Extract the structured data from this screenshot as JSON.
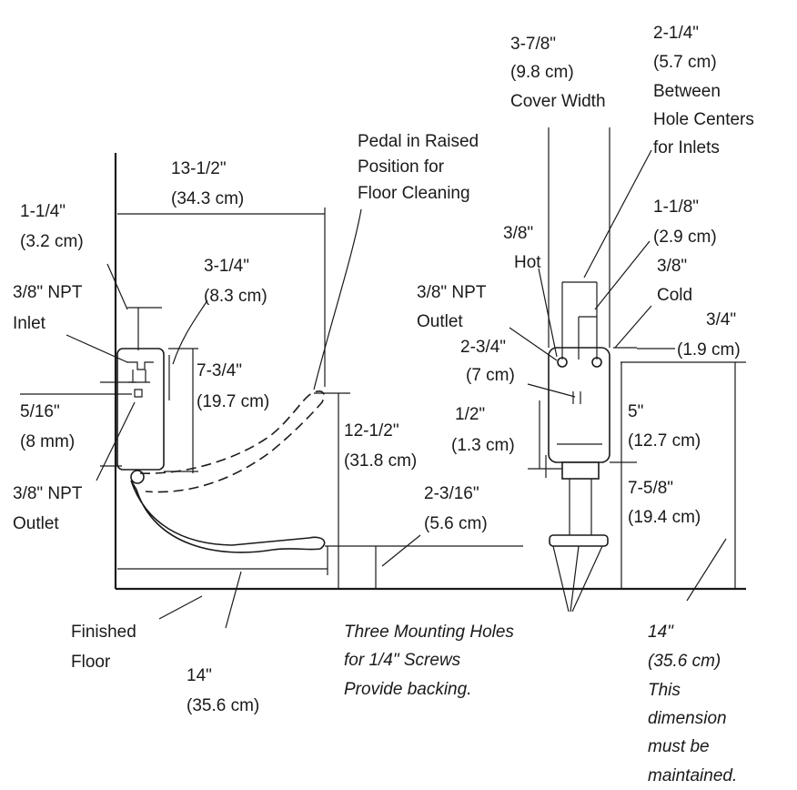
{
  "labels": {
    "pedal_note": [
      "Pedal in Raised",
      "Position for",
      "Floor Cleaning"
    ],
    "top_width": [
      "13-1/2\"",
      "(34.3 cm)"
    ],
    "inlet_offset": [
      "1-1/4\"",
      "(3.2 cm)"
    ],
    "npt_inlet": [
      "3/8\" NPT",
      "Inlet"
    ],
    "valve_depth": [
      "3-1/4\"",
      "(8.3 cm)"
    ],
    "side_height": [
      "7-3/4\"",
      "(19.7 cm)"
    ],
    "outlet_offset": [
      "5/16\"",
      "(8 mm)"
    ],
    "npt_outlet_left": [
      "3/8\" NPT",
      "Outlet"
    ],
    "pedal_height": [
      "12-1/2\"",
      "(31.8 cm)"
    ],
    "pedal_clearance": [
      "2-3/16\"",
      "(5.6 cm)"
    ],
    "finished_floor": [
      "Finished",
      "Floor"
    ],
    "bottom_depth": [
      "14\"",
      "(35.6 cm)"
    ],
    "mounting_note": [
      "Three Mounting Holes",
      "for 1/4\" Screws",
      "Provide backing."
    ],
    "cover_width": [
      "3-7/8\"",
      "(9.8 cm)",
      "Cover Width"
    ],
    "hole_centers": [
      "2-1/4\"",
      "(5.7 cm)",
      "Between",
      "Hole Centers",
      "for Inlets"
    ],
    "hot_inlet": [
      "3/8\"",
      "Hot"
    ],
    "side_offset": [
      "1-1/8\"",
      "(2.9 cm)"
    ],
    "cold_inlet": [
      "3/8\"",
      "Cold"
    ],
    "npt_outlet_right": [
      "3/8\" NPT",
      "Outlet"
    ],
    "cover_top": [
      "3/4\"",
      "(1.9 cm)"
    ],
    "outlet_drop": [
      "2-3/4\"",
      "(7 cm)"
    ],
    "body_height": [
      "5\"",
      "(12.7 cm)"
    ],
    "lower_offset": [
      "1/2\"",
      "(1.3 cm)"
    ],
    "mount_height": [
      "7-5/8\"",
      "(19.4 cm)"
    ],
    "floor_clearance": [
      "14\"",
      "(35.6 cm)",
      "This",
      "dimension",
      "must be",
      "maintained."
    ]
  }
}
